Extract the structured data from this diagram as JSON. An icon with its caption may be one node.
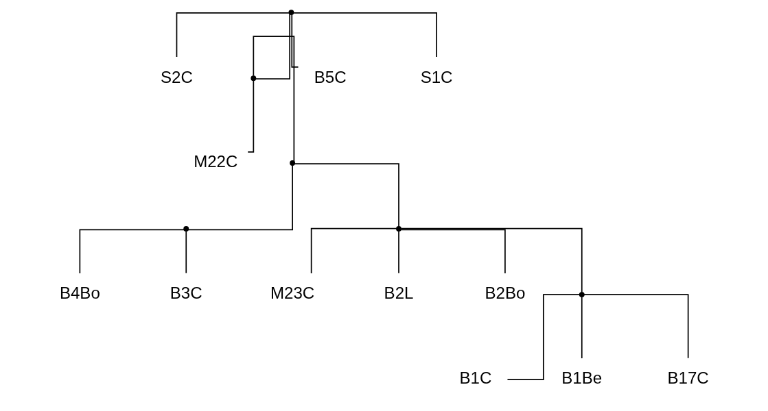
{
  "diagram": {
    "nodes": [
      {
        "text": [],
        "shape": "point"
      },
      {
        "text": [
          "S2C"
        ]
      },
      {
        "text": [],
        "shape": "point"
      },
      {
        "text": [
          "M22C"
        ]
      },
      {
        "text": [
          "B5C"
        ]
      },
      {
        "text": [
          "S1C"
        ]
      },
      {
        "text": [],
        "shape": "point"
      },
      {
        "text": [],
        "shape": "point"
      },
      {
        "text": [],
        "shape": "point"
      },
      {
        "text": [
          "M23C"
        ]
      },
      {
        "text": [
          "B2L"
        ]
      },
      {
        "text": [
          "B2Bo"
        ]
      },
      {
        "text": [
          "B4Bo"
        ]
      },
      {
        "text": [],
        "shape": "point"
      },
      {
        "text": [
          "B1C"
        ]
      },
      {
        "text": [
          "B1Be"
        ]
      },
      {
        "text": [
          "B17C"
        ]
      },
      {
        "text": [
          "B3C"
        ]
      }
    ],
    "edges": [
      {
        "from": 0,
        "to": 2,
        "arrow": "none"
      },
      {
        "from": 0,
        "to": 4,
        "arrow": "none"
      },
      {
        "from": 0,
        "to": 5,
        "arrow": "none"
      },
      {
        "from": 0,
        "to": 1,
        "arrow": "none"
      },
      {
        "from": 2,
        "to": 6,
        "arrow": "none"
      },
      {
        "from": 2,
        "to": 3,
        "arrow": "none"
      },
      {
        "from": 6,
        "to": 7,
        "arrow": "none"
      },
      {
        "from": 6,
        "to": 8,
        "arrow": "none"
      },
      {
        "from": 8,
        "to": 9,
        "arrow": "none"
      },
      {
        "from": 8,
        "to": 10,
        "arrow": "none"
      },
      {
        "from": 8,
        "to": 13,
        "arrow": "none"
      },
      {
        "from": 8,
        "to": 11,
        "arrow": "none"
      },
      {
        "from": 7,
        "to": 17,
        "arrow": "none"
      },
      {
        "from": 7,
        "to": 12,
        "arrow": "none"
      },
      {
        "from": 13,
        "to": 14,
        "arrow": "none"
      },
      {
        "from": 13,
        "to": 15,
        "arrow": "none"
      },
      {
        "from": 13,
        "to": 16,
        "arrow": "none"
      }
    ]
  }
}
